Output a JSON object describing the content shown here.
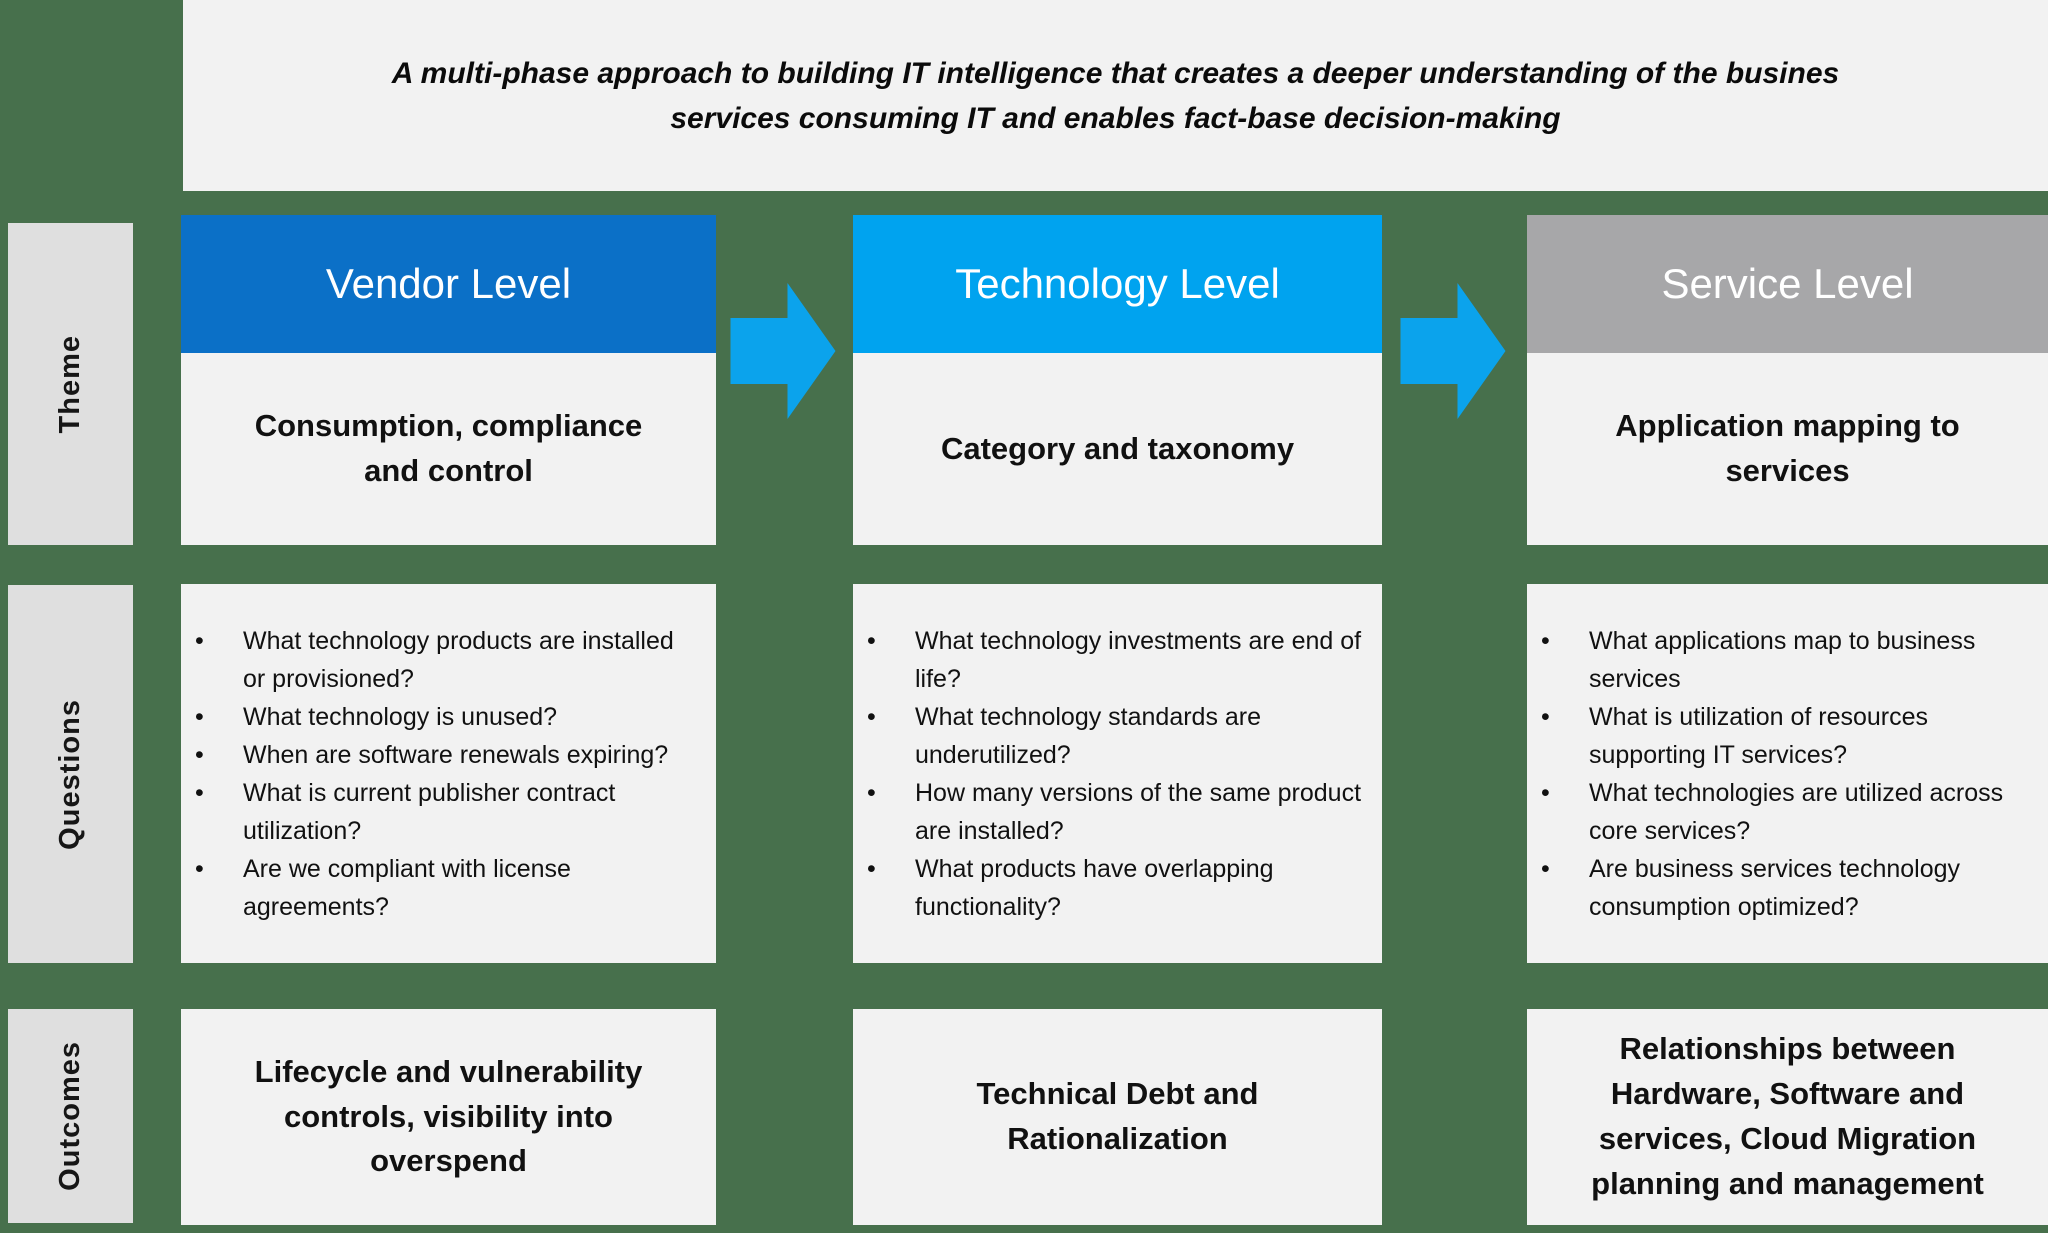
{
  "slide": {
    "title": "A multi-phase approach to building IT intelligence that creates a deeper understanding of the busines services consuming IT and enables fact-base decision-making",
    "background_color": "#47704C",
    "panel_color": "#F2F2F2",
    "label_color": "#DFDFDF"
  },
  "rows": {
    "theme_label": "Theme",
    "questions_label": "Questions",
    "outcomes_label": "Outcomes"
  },
  "arrow": {
    "color": "#0BA3EC"
  },
  "columns": [
    {
      "header": "Vendor Level",
      "header_color": "#0B70C7",
      "theme": "Consumption, compliance and control",
      "questions": [
        "What technology products are installed or provisioned?",
        "What technology is unused?",
        "When are software renewals expiring?",
        "What is current publisher contract utilization?",
        "Are we compliant with license agreements?"
      ],
      "outcome": "Lifecycle and vulnerability controls, visibility into overspend"
    },
    {
      "header": "Technology Level",
      "header_color": "#00A3EF",
      "theme": "Category and taxonomy",
      "questions": [
        "What technology investments are end of life?",
        "What technology standards are underutilized?",
        "How many versions of the same product are installed?",
        "What products have overlapping functionality?"
      ],
      "outcome": "Technical Debt and Rationalization"
    },
    {
      "header": "Service Level",
      "header_color": "#A7A7A9",
      "theme": "Application mapping to services",
      "questions": [
        "What applications map to business services",
        "What is utilization of resources supporting IT services?",
        "What technologies are utilized across core services?",
        "Are business services technology consumption optimized?"
      ],
      "outcome": "Relationships between Hardware, Software and services, Cloud Migration planning and management"
    }
  ]
}
